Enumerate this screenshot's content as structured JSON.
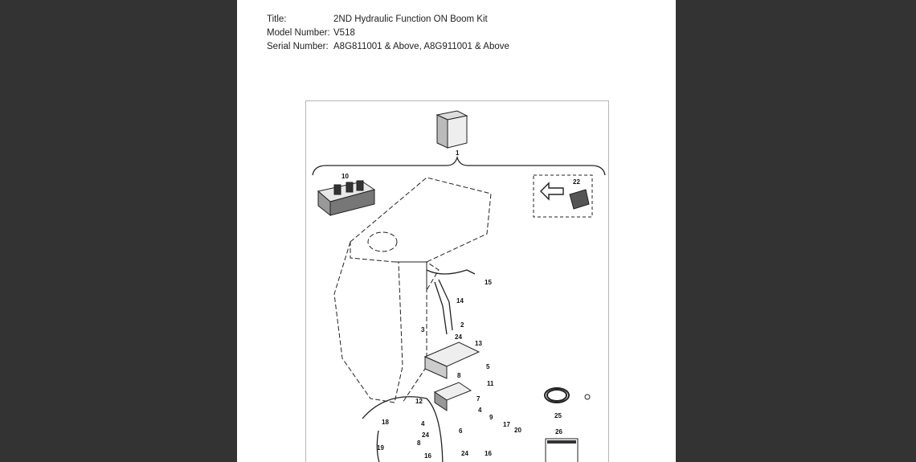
{
  "document": {
    "fields": [
      {
        "label": "Title:",
        "value": "2ND Hydraulic Function ON Boom Kit"
      },
      {
        "label": "Model Number:",
        "value": "V518"
      },
      {
        "label": "Serial Number:",
        "value": "A8G811001 & Above, A8G911001 & Above"
      }
    ]
  },
  "diagram": {
    "callouts": [
      "1",
      "10",
      "22",
      "15",
      "14",
      "2",
      "3",
      "24",
      "13",
      "5",
      "8",
      "11",
      "7",
      "12",
      "4",
      "9",
      "17",
      "20",
      "25",
      "18",
      "19",
      "6",
      "26",
      "24",
      "4",
      "16",
      "16",
      "24",
      "8"
    ]
  },
  "colors": {
    "background": "#333333",
    "page": "#ffffff",
    "ink": "#222222"
  }
}
